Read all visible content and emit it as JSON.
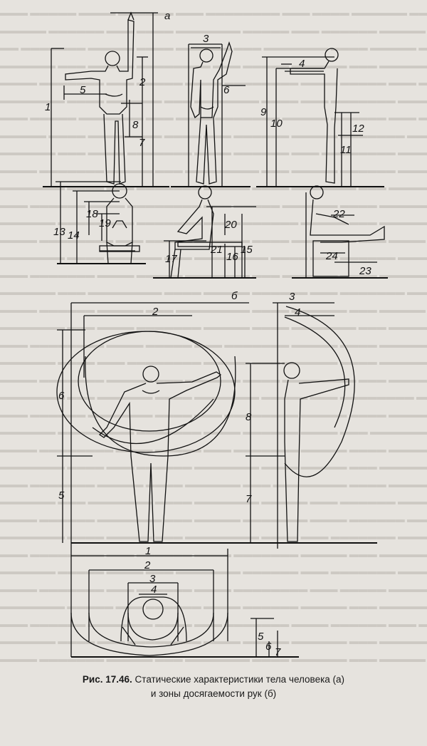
{
  "labels": {
    "a": "а",
    "b": "б",
    "n1": "1",
    "n2": "2",
    "n3": "3",
    "n4": "4",
    "n5": "5",
    "n6": "6",
    "n7": "7",
    "n8": "8",
    "n9": "9",
    "n10": "10",
    "n11": "11",
    "n12": "12",
    "n13": "13",
    "n14": "14",
    "n15": "15",
    "n16": "16",
    "n17": "17",
    "n18": "18",
    "n19": "19",
    "n20": "20",
    "n21": "21",
    "n22": "22",
    "n23": "23",
    "n24": "24"
  },
  "caption": {
    "number": "Рис. 17.46.",
    "line1": "Статические характеристики тела человека (а)",
    "line2": "и зоны досягаемости рук (б)"
  },
  "colors": {
    "ink": "#111111",
    "paper": "#e6e3de",
    "bleed": "#b9b5ae"
  }
}
